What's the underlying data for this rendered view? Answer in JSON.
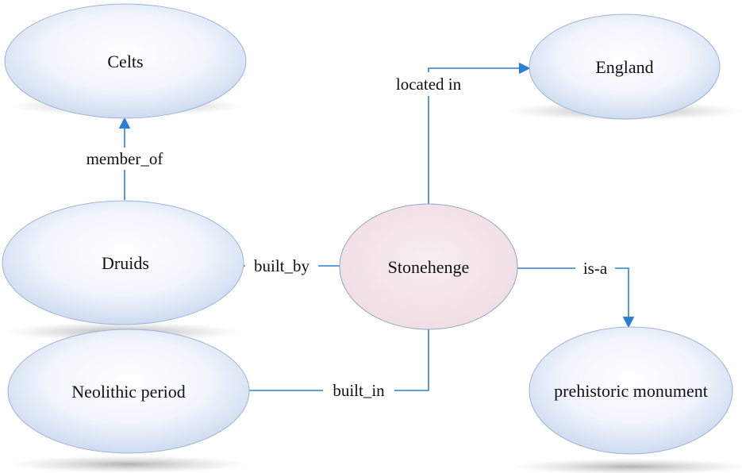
{
  "nodes": {
    "celts": {
      "label": "Celts",
      "fill": "blue-gradient"
    },
    "druids": {
      "label": "Druids",
      "fill": "blue-gradient"
    },
    "neolithic": {
      "label": "Neolithic period",
      "fill": "blue-gradient"
    },
    "stonehenge": {
      "label": "Stonehenge",
      "fill": "pink"
    },
    "england": {
      "label": "England",
      "fill": "blue-gradient"
    },
    "prehistoric": {
      "label": "prehistoric monument",
      "fill": "blue-gradient"
    }
  },
  "edges": {
    "member_of": {
      "label": "member_of",
      "from": "Druids",
      "to": "Celts"
    },
    "built_by": {
      "label": "built_by",
      "from": "Stonehenge",
      "to": "Druids"
    },
    "built_in": {
      "label": "built_in",
      "from": "Stonehenge",
      "to": "Neolithic period"
    },
    "located_in": {
      "label": "located in",
      "from": "Stonehenge",
      "to": "England"
    },
    "is_a": {
      "label": "is-a",
      "from": "Stonehenge",
      "to": "prehistoric monument"
    }
  },
  "colors": {
    "edge": "#2b7fd4",
    "node_blue_center": "#ffffff",
    "node_blue_edge": "#c9d9f0",
    "node_pink": "#f4e4e8",
    "node_stroke": "#8fa6c8",
    "shadow": "#bdbdbd"
  }
}
